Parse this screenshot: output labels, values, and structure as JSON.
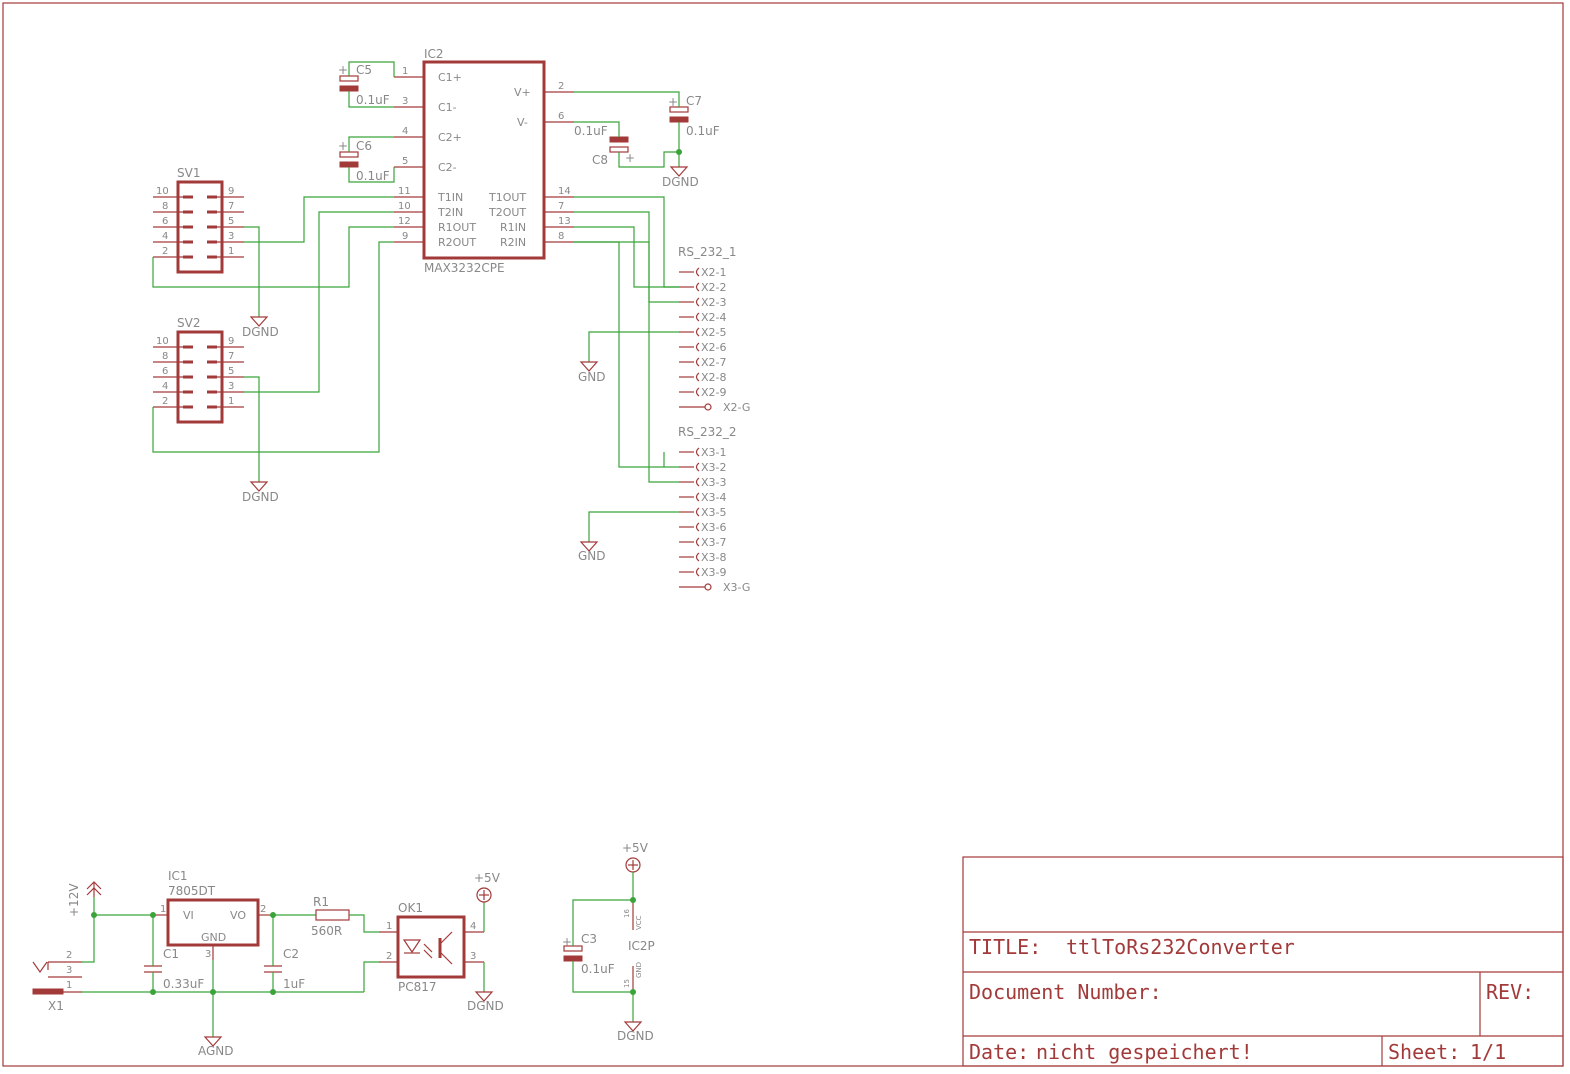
{
  "colors": {
    "frame": "#a33a3a",
    "wire": "#3aa33a",
    "text": "#888888"
  },
  "ic2": {
    "name": "IC2",
    "value": "MAX3232CPE",
    "left_pins": [
      {
        "num": "1",
        "name": "C1+"
      },
      {
        "num": "3",
        "name": "C1-"
      },
      {
        "num": "4",
        "name": "C2+"
      },
      {
        "num": "5",
        "name": "C2-"
      },
      {
        "num": "11",
        "name": "T1IN"
      },
      {
        "num": "10",
        "name": "T2IN"
      },
      {
        "num": "12",
        "name": "R1OUT"
      },
      {
        "num": "9",
        "name": "R2OUT"
      }
    ],
    "right_pins": [
      {
        "num": "2",
        "name": "V+"
      },
      {
        "num": "6",
        "name": "V-"
      },
      {
        "num": "14",
        "name": "T1OUT"
      },
      {
        "num": "7",
        "name": "T2OUT"
      },
      {
        "num": "13",
        "name": "R1IN"
      },
      {
        "num": "8",
        "name": "R2IN"
      }
    ]
  },
  "caps_top": {
    "c5": {
      "name": "C5",
      "value": "0.1uF"
    },
    "c6": {
      "name": "C6",
      "value": "0.1uF"
    },
    "c7": {
      "name": "C7",
      "value": "0.1uF"
    },
    "c8": {
      "name": "C8",
      "value": "0.1uF"
    }
  },
  "sv1": {
    "name": "SV1",
    "left_pins": [
      "10",
      "8",
      "6",
      "4",
      "2"
    ],
    "right_pins": [
      "9",
      "7",
      "5",
      "3",
      "1"
    ]
  },
  "sv2": {
    "name": "SV2",
    "left_pins": [
      "10",
      "8",
      "6",
      "4",
      "2"
    ],
    "right_pins": [
      "9",
      "7",
      "5",
      "3",
      "1"
    ]
  },
  "rs1": {
    "name": "RS_232_1",
    "pins": [
      "X2-1",
      "X2-2",
      "X2-3",
      "X2-4",
      "X2-5",
      "X2-6",
      "X2-7",
      "X2-8",
      "X2-9"
    ],
    "shield": "X2-G"
  },
  "rs2": {
    "name": "RS_232_2",
    "pins": [
      "X3-1",
      "X3-2",
      "X3-3",
      "X3-4",
      "X3-5",
      "X3-6",
      "X3-7",
      "X3-8",
      "X3-9"
    ],
    "shield": "X3-G"
  },
  "grounds": {
    "dgnd": "DGND",
    "gnd": "GND",
    "agnd": "AGND"
  },
  "supplies": {
    "p12": "+12V",
    "p5": "+5V"
  },
  "power": {
    "ic1": {
      "name": "IC1",
      "value": "7805DT",
      "vi": "VI",
      "vo": "VO",
      "gnd": "GND",
      "pin1": "1",
      "pin2": "2",
      "pin3": "3"
    },
    "c1": {
      "name": "C1",
      "value": "0.33uF"
    },
    "c2": {
      "name": "C2",
      "value": "1uF"
    },
    "r1": {
      "name": "R1",
      "value": "560R"
    },
    "ok1": {
      "name": "OK1",
      "value": "PC817",
      "pin1": "1",
      "pin2": "2",
      "pin3": "3",
      "pin4": "4"
    },
    "x1": {
      "name": "X1",
      "pin1": "1",
      "pin2": "2",
      "pin3": "3"
    }
  },
  "ic2p": {
    "name": "IC2P",
    "c3_name": "C3",
    "c3_value": "0.1uF",
    "pin16": "16",
    "pin15": "15",
    "vcc": "VCC",
    "gnd": "GND"
  },
  "titleblock": {
    "title_label": "TITLE:",
    "title": "ttlToRs232Converter",
    "doc_label": "Document Number:",
    "rev_label": "REV:",
    "date_label": "Date:",
    "date": "nicht gespeichert!",
    "sheet_label": "Sheet:",
    "sheet": "1/1"
  }
}
